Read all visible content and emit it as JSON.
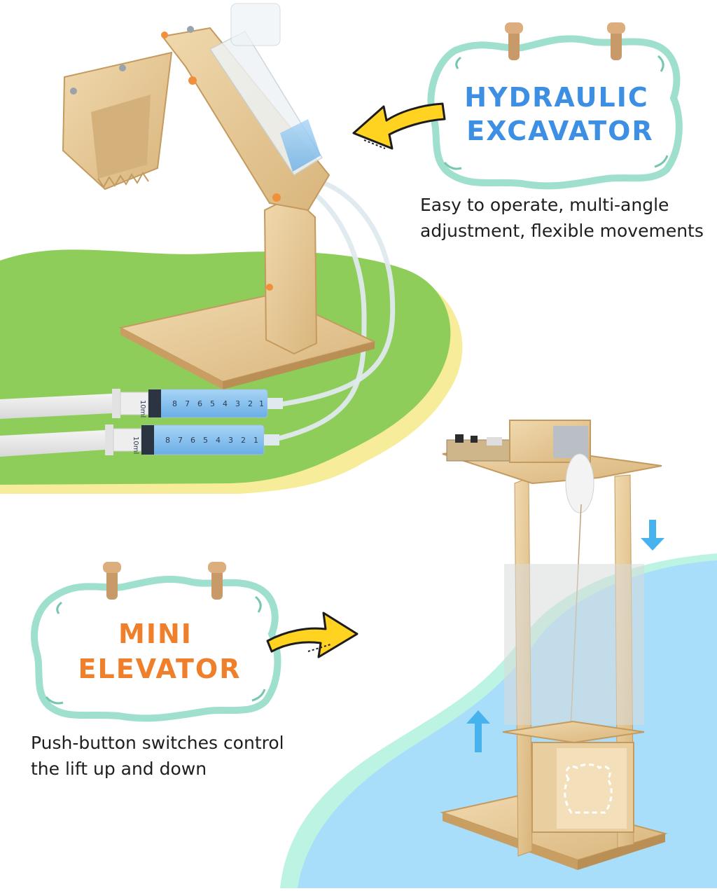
{
  "excavator": {
    "title_line1": "HYDRAULIC",
    "title_line2": "EXCAVATOR",
    "desc_line1": "Easy to operate, multi-angle",
    "desc_line2": "adjustment, flexible movements",
    "syringe_label": "10ml",
    "syringe_scale": [
      "8",
      "7",
      "6",
      "5",
      "4",
      "3",
      "2",
      "1"
    ]
  },
  "elevator": {
    "title_line1": "MINI",
    "title_line2": "ELEVATOR",
    "desc_line1": "Push-button switches control",
    "desc_line2": "the lift up and down"
  },
  "colors": {
    "excavator_title": "#3d8fe3",
    "elevator_title": "#f07f2c",
    "arrow_fill": "#ffd31f",
    "green_field": "#8fcd5a",
    "blue_pool": "#a9defa",
    "wood": "#e5c796",
    "liquid": "#8cc3ef"
  },
  "icons": [
    "curved-arrow-icon",
    "clothespin-icon",
    "down-arrow-icon",
    "up-arrow-icon"
  ]
}
